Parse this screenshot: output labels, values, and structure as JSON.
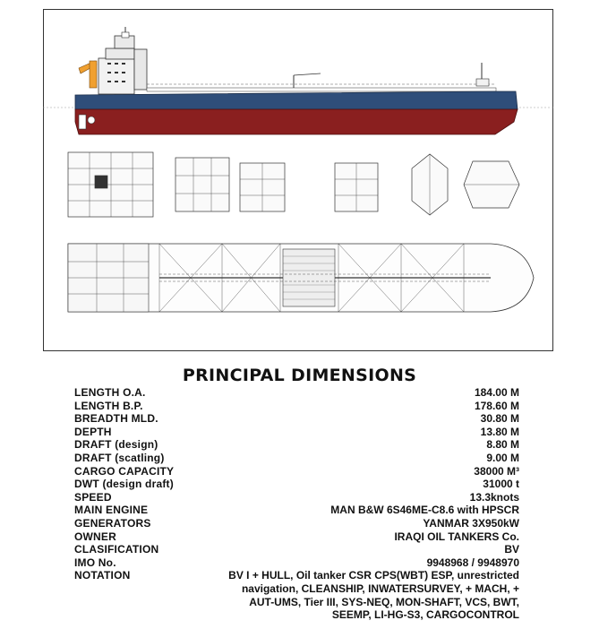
{
  "heading": "PRINCIPAL DIMENSIONS",
  "colors": {
    "hull_blue": "#2f4e7a",
    "hull_red": "#8a1f1f",
    "line": "#333333"
  },
  "specs": [
    {
      "label": "LENGTH O.A.",
      "value": "184.00 M"
    },
    {
      "label": "LENGTH B.P.",
      "value": "178.60 M"
    },
    {
      "label": "BREADTH MLD.",
      "value": "30.80 M"
    },
    {
      "label": "DEPTH",
      "value": "13.80 M"
    },
    {
      "label": "DRAFT (design)",
      "value": "8.80 M"
    },
    {
      "label": "DRAFT (scatling)",
      "value": "9.00 M"
    },
    {
      "label": "CARGO CAPACITY",
      "value": "38000 M³"
    },
    {
      "label": "DWT (design draft)",
      "value": "31000 t"
    },
    {
      "label": "SPEED",
      "value": "13.3knots"
    },
    {
      "label": "MAIN ENGINE",
      "value": "MAN B&W 6S46ME-C8.6 with HPSCR"
    },
    {
      "label": "GENERATORS",
      "value": "YANMAR 3X950kW"
    },
    {
      "label": "OWNER",
      "value": "IRAQI OIL TANKERS Co."
    },
    {
      "label": "CLASIFICATION",
      "value": "BV"
    },
    {
      "label": "IMO No.",
      "value": "9948968 / 9948970"
    }
  ],
  "notation": {
    "label": "NOTATION",
    "lines": [
      "BV I + HULL, Oil tanker CSR CPS(WBT) ESP, unrestricted",
      "navigation, CLEANSHIP, INWATERSURVEY, + MACH, +",
      "AUT-UMS, Tier III, SYS-NEQ, MON-SHAFT, VCS, BWT,",
      "SEEMP,  LI-HG-S3, CARGOCONTROL"
    ]
  }
}
